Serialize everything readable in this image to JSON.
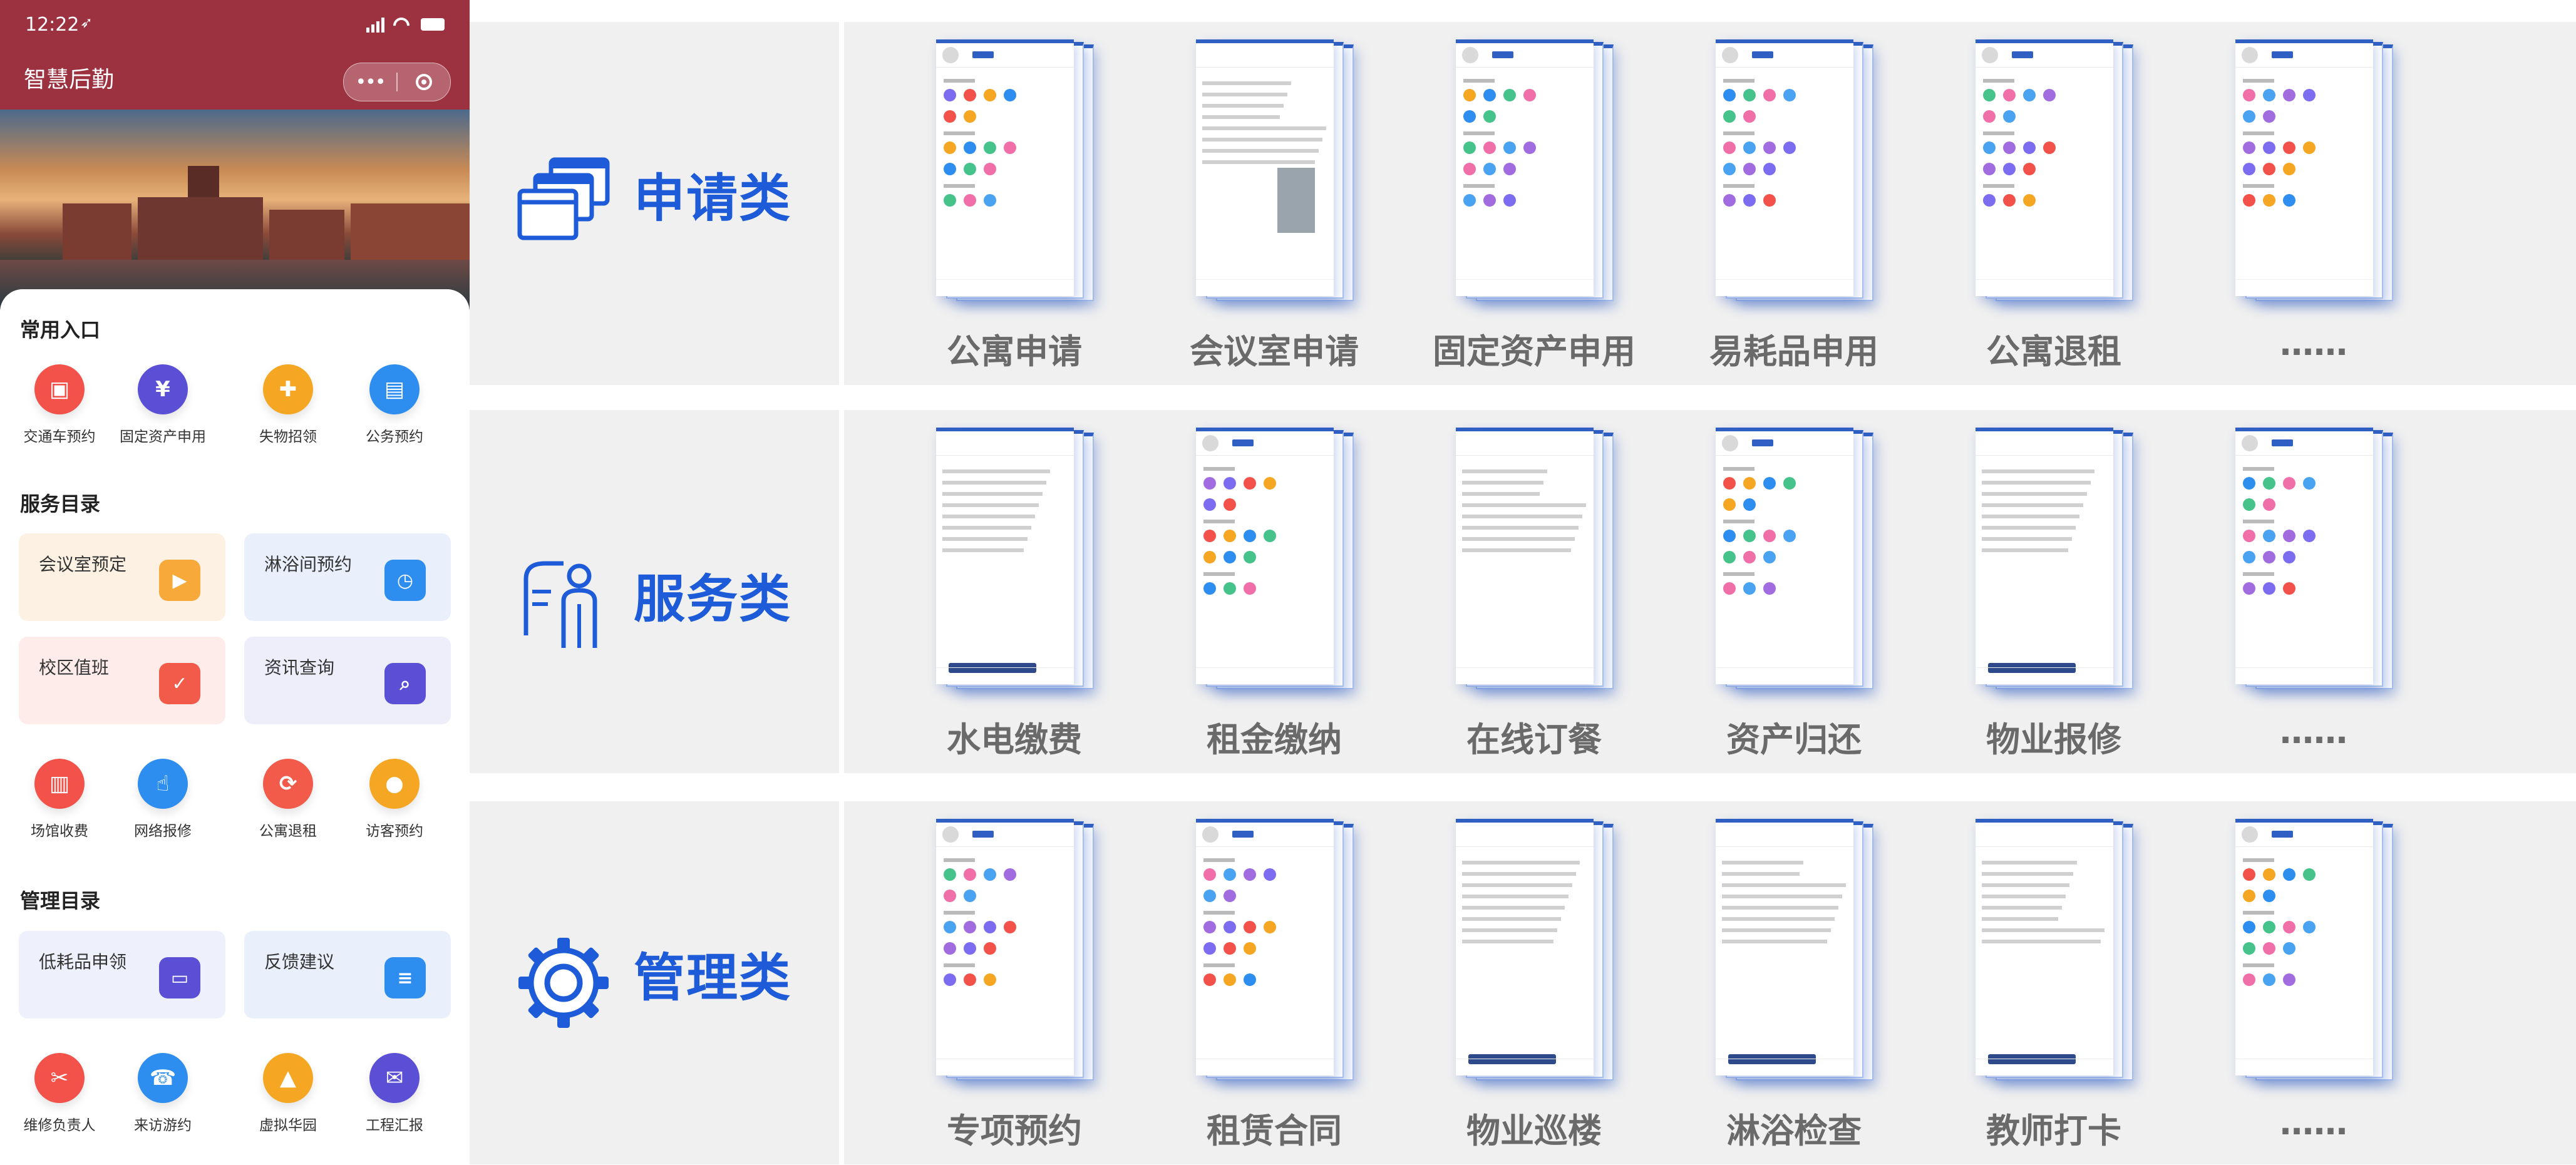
{
  "phone": {
    "status": {
      "time": "12:22",
      "location_glyph": "➶"
    },
    "app_title": "智慧后勤",
    "capsule": {
      "more": "•••"
    },
    "sections": {
      "common": {
        "title": "常用入口",
        "items": [
          {
            "label": "交通车预约",
            "icon": "bus-icon",
            "color": "#f2524a"
          },
          {
            "label": "固定资产申用",
            "icon": "asset-icon",
            "color": "#5b4fd6"
          },
          {
            "label": "失物招领",
            "icon": "lost-found-icon",
            "color": "#f5a623"
          },
          {
            "label": "公务预约",
            "icon": "briefcase-icon",
            "color": "#2d8ef0"
          }
        ]
      },
      "service": {
        "title": "服务目录",
        "cards": [
          {
            "label": "会议室预定",
            "icon": "play-icon",
            "color": "#f7a93a",
            "bg": "#fdf1e4"
          },
          {
            "label": "淋浴间预约",
            "icon": "clock-icon",
            "color": "#2d8ef0",
            "bg": "#e9f0fb"
          },
          {
            "label": "校区值班",
            "icon": "calendar-check-icon",
            "color": "#f25a4a",
            "bg": "#fdecea"
          },
          {
            "label": "资讯查询",
            "icon": "search-icon",
            "color": "#5b4fd6",
            "bg": "#eeeefb"
          }
        ],
        "items": [
          {
            "label": "场馆收费",
            "icon": "building-icon",
            "color": "#f2524a"
          },
          {
            "label": "网络报修",
            "icon": "hand-pointer-icon",
            "color": "#2d8ef0"
          },
          {
            "label": "公寓退租",
            "icon": "house-refresh-icon",
            "color": "#f25a4a"
          },
          {
            "label": "访客预约",
            "icon": "visitor-icon",
            "color": "#f5a623"
          }
        ]
      },
      "management": {
        "title": "管理目录",
        "cards": [
          {
            "label": "低耗品申领",
            "icon": "inbox-icon",
            "color": "#5b4fd6",
            "bg": "#eef0fb"
          },
          {
            "label": "反馈建议",
            "icon": "clipboard-icon",
            "color": "#2d8ef0",
            "bg": "#e9f0fb"
          }
        ],
        "items": [
          {
            "label": "维修负责人",
            "icon": "tools-icon",
            "color": "#f2524a"
          },
          {
            "label": "来访游约",
            "icon": "phone-icon",
            "color": "#2d8ef0"
          },
          {
            "label": "虚拟华园",
            "icon": "map-icon",
            "color": "#f5a623"
          },
          {
            "label": "工程汇报",
            "icon": "mail-icon",
            "color": "#5b4fd6"
          }
        ]
      }
    }
  },
  "categories": [
    {
      "name": "申请类",
      "icon": "windows-stack-icon",
      "items": [
        "公寓申请",
        "会议室申请",
        "固定资产申用",
        "易耗品申用",
        "公寓退租",
        "……"
      ]
    },
    {
      "name": "服务类",
      "icon": "person-presenting-icon",
      "items": [
        "水电缴费",
        "租金缴纳",
        "在线订餐",
        "资产归还",
        "物业报修",
        "……"
      ]
    },
    {
      "name": "管理类",
      "icon": "gear-icon",
      "items": [
        "专项预约",
        "租赁合同",
        "物业巡楼",
        "淋浴检查",
        "教师打卡",
        "……"
      ]
    }
  ]
}
